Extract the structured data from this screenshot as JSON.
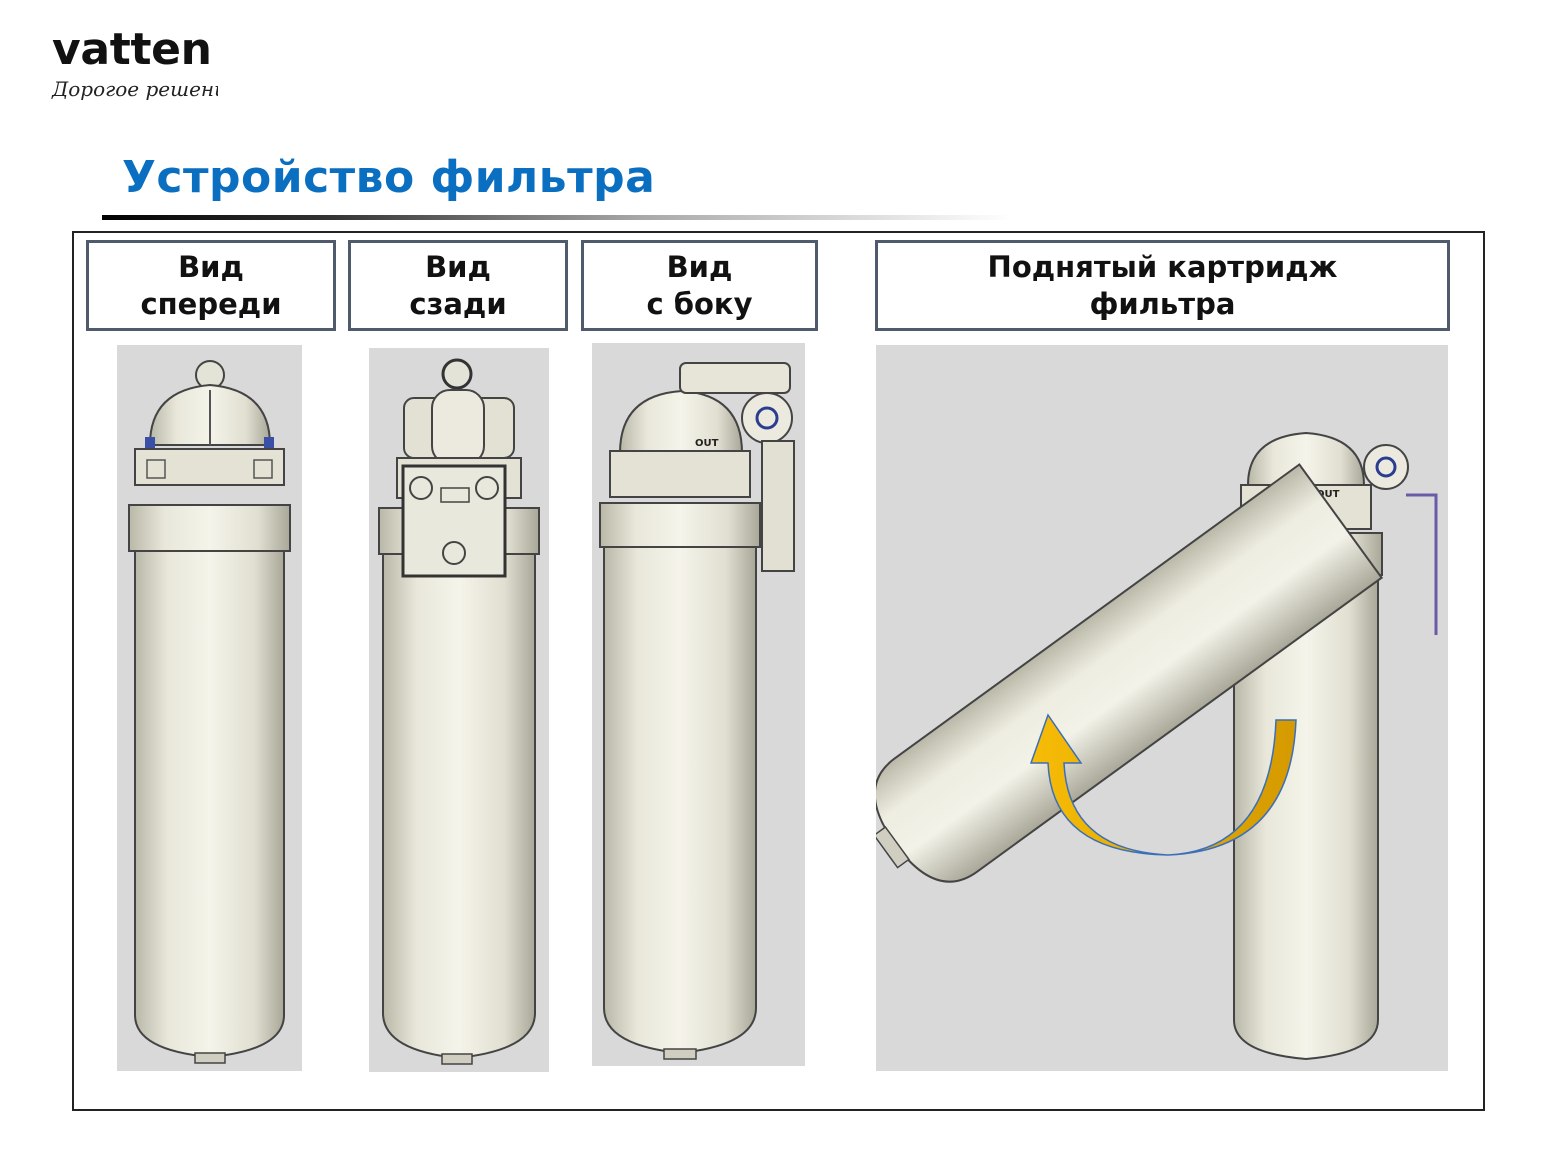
{
  "logo": {
    "brand": "vatten",
    "slogan": "Дорогое решение"
  },
  "title": "Устройство фильтра",
  "views": [
    {
      "line1": "Вид",
      "line2": "спереди"
    },
    {
      "line1": "Вид",
      "line2": "сзади"
    },
    {
      "line1": "Вид",
      "line2": "с боку"
    },
    {
      "line1": "Поднятый картридж",
      "line2": "фильтра"
    }
  ],
  "markings": {
    "outlet": "OUT"
  },
  "colors": {
    "title": "#0a6fc0",
    "label_border": "#4f5a6d",
    "panel_bg": "#d9d9d9",
    "arrow": "#f2b400"
  }
}
